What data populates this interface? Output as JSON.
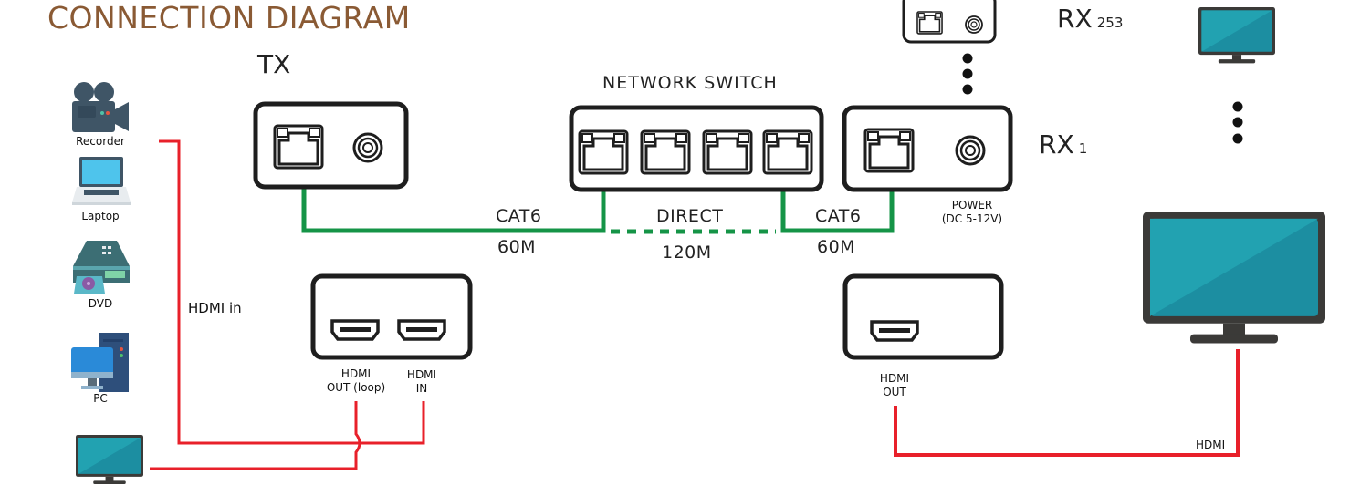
{
  "title": "CONNECTION DIAGRAM",
  "colors": {
    "title": "#8a5a34",
    "cat6_cable": "#159447",
    "hdmi_cable": "#e8202a",
    "device_outline": "#1e1e1e",
    "screen": "#1f9aad"
  },
  "sources": [
    {
      "label": "Recorder",
      "icon": "video-camera-icon"
    },
    {
      "label": "Laptop",
      "icon": "laptop-icon"
    },
    {
      "label": "DVD",
      "icon": "dvd-player-icon"
    },
    {
      "label": "PC",
      "icon": "desktop-pc-icon"
    }
  ],
  "tx": {
    "label": "TX",
    "ports_top": [
      "rj45-port",
      "power-jack"
    ],
    "ports_bottom": [
      {
        "label_line1": "HDMI",
        "label_line2": "OUT (loop)"
      },
      {
        "label_line1": "HDMI",
        "label_line2": "IN"
      }
    ]
  },
  "switch": {
    "label": "NETWORK SWITCH",
    "port_count": 4
  },
  "rx1": {
    "label": "RX",
    "index": "1",
    "power_line1": "POWER",
    "power_line2": "(DC 5-12V)",
    "hdmi_line1": "HDMI",
    "hdmi_line2": "OUT"
  },
  "rx253": {
    "label": "RX",
    "index": "253"
  },
  "cables": {
    "tx_to_switch": {
      "type": "CAT6",
      "length": "60M"
    },
    "direct": {
      "type": "DIRECT",
      "length": "120M"
    },
    "switch_to_rx": {
      "type": "CAT6",
      "length": "60M"
    },
    "hdmi_in_label": "HDMI in",
    "hdmi_out_label": "HDMI"
  }
}
